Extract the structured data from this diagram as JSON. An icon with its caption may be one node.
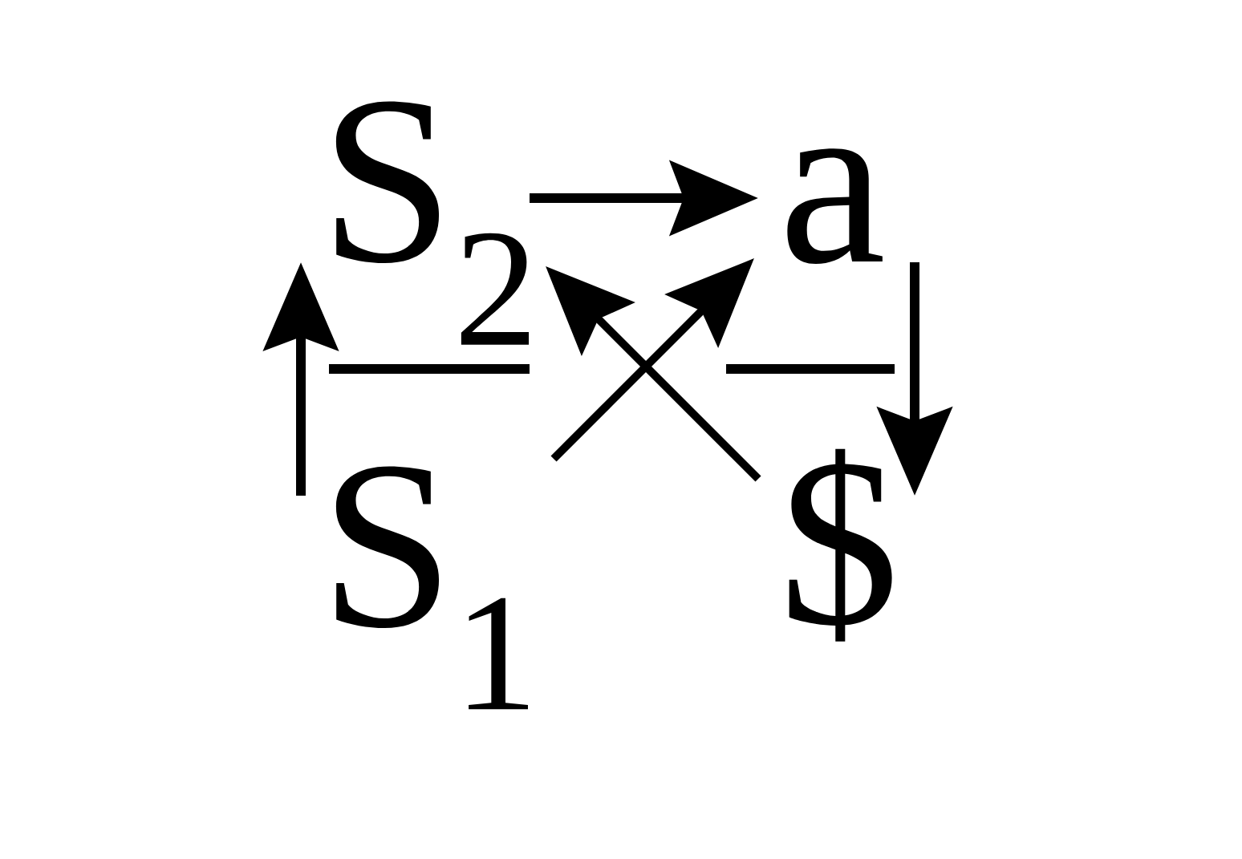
{
  "diagram": {
    "nodes": [
      {
        "text": [
          "S$_{2}$"
        ]
      },
      {
        "text": [
          "a"
        ]
      },
      {
        "text": [
          "S$_{1}$"
        ]
      },
      {
        "text": [
          "$"
        ]
      }
    ],
    "edges": [
      {
        "from": 0,
        "to": 1,
        "arrow": "to"
      },
      {
        "from": 2,
        "to": 0,
        "arrow": "to"
      },
      {
        "from": 1,
        "to": 3,
        "arrow": "to"
      },
      {
        "from": 3,
        "to": 0,
        "arrow": "to"
      },
      {
        "from": 2,
        "to": 1,
        "arrow": "to"
      }
    ]
  }
}
